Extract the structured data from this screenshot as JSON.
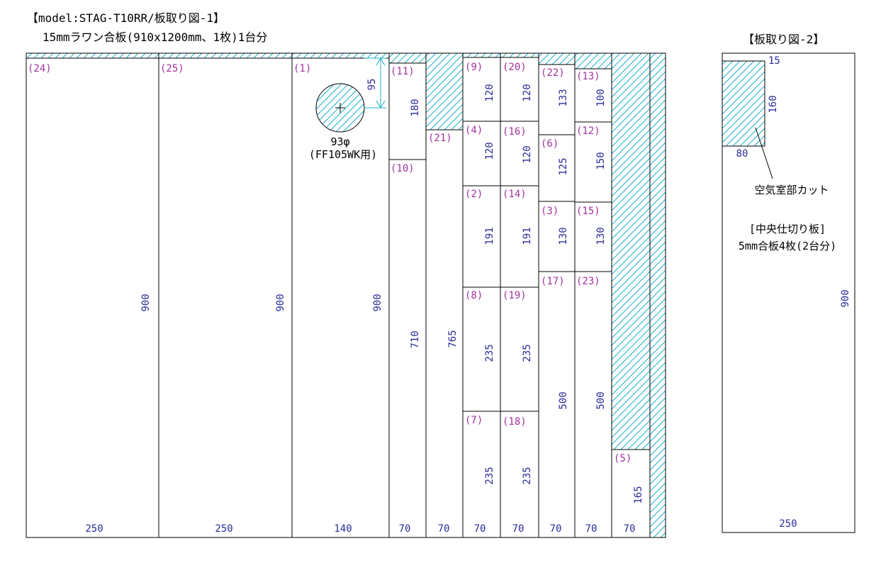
{
  "titles": {
    "sheet1_title": "【model:STAG-T10RR/板取り図-1】",
    "sheet1_subtitle": "15mmラワン合板(910x1200mm、1枚)1台分",
    "sheet2_title": "【板取り図-2】"
  },
  "colors": {
    "part_number": "#a4329f",
    "dimension": "#2a2a9a",
    "hatch": "#1ab0c8",
    "outline": "#000000"
  },
  "sheet1": {
    "column_widths": [
      "250",
      "250",
      "140",
      "70",
      "70",
      "70",
      "70",
      "70",
      "70",
      "70"
    ],
    "parts": [
      {
        "id": "p24",
        "label": "(24)",
        "length": "900"
      },
      {
        "id": "p25",
        "label": "(25)",
        "length": "900"
      },
      {
        "id": "p1",
        "label": "(1)",
        "length": "900"
      },
      {
        "id": "p11",
        "label": "(11)",
        "length": "180"
      },
      {
        "id": "p10",
        "label": "(10)",
        "length": "710"
      },
      {
        "id": "p21",
        "label": "(21)",
        "length": "765"
      },
      {
        "id": "p9",
        "label": "(9)",
        "length": "120"
      },
      {
        "id": "p4",
        "label": "(4)",
        "length": "120"
      },
      {
        "id": "p2",
        "label": "(2)",
        "length": "191"
      },
      {
        "id": "p8",
        "label": "(8)",
        "length": "235"
      },
      {
        "id": "p7",
        "label": "(7)",
        "length": "235"
      },
      {
        "id": "p20",
        "label": "(20)",
        "length": "120"
      },
      {
        "id": "p16",
        "label": "(16)",
        "length": "120"
      },
      {
        "id": "p14",
        "label": "(14)",
        "length": "191"
      },
      {
        "id": "p19",
        "label": "(19)",
        "length": "235"
      },
      {
        "id": "p18",
        "label": "(18)",
        "length": "235"
      },
      {
        "id": "p22",
        "label": "(22)",
        "length": "133"
      },
      {
        "id": "p6",
        "label": "(6)",
        "length": "125"
      },
      {
        "id": "p3",
        "label": "(3)",
        "length": "130"
      },
      {
        "id": "p17",
        "label": "(17)",
        "length": "500"
      },
      {
        "id": "p13",
        "label": "(13)",
        "length": "100"
      },
      {
        "id": "p12",
        "label": "(12)",
        "length": "150"
      },
      {
        "id": "p15",
        "label": "(15)",
        "length": "130"
      },
      {
        "id": "p23",
        "label": "(23)",
        "length": "500"
      },
      {
        "id": "p5",
        "label": "(5)",
        "length": "165"
      }
    ],
    "speaker_hole": {
      "offset": "95",
      "diameter_label": "93φ",
      "unit_label": "(FF105WK用)"
    }
  },
  "sheet2": {
    "width": "250",
    "height": "900",
    "cut_width": "80",
    "cut_height": "160",
    "cut_offset": "15",
    "cut_note": "空気室部カット",
    "board_title": "[中央仕切り板]",
    "board_spec": "5mm合板4枚(2台分)"
  }
}
